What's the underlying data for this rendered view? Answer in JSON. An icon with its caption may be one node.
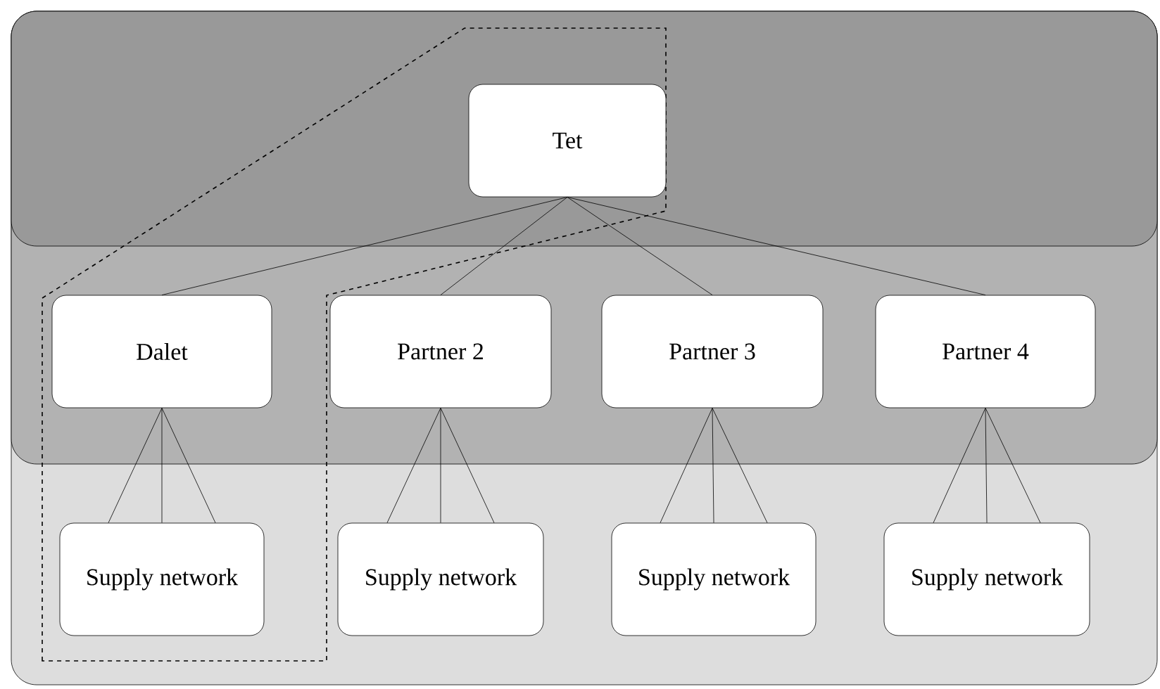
{
  "diagram": {
    "nodes": [
      {
        "text": [
          "Tet"
        ]
      },
      {
        "text": [
          "Dalet"
        ]
      },
      {
        "text": [
          "Partner 2"
        ]
      },
      {
        "text": [
          "Partner 3"
        ]
      },
      {
        "text": [
          "Partner 4"
        ]
      },
      {
        "text": [
          "Supply network"
        ]
      },
      {
        "text": [
          "Supply network"
        ]
      },
      {
        "text": [
          "Supply network"
        ]
      },
      {
        "text": [
          "Supply network"
        ]
      }
    ],
    "edges": [
      {
        "from": 0,
        "to": 1,
        "arrow": "none"
      },
      {
        "from": 0,
        "to": 2,
        "arrow": "none"
      },
      {
        "from": 0,
        "to": 3,
        "arrow": "none"
      },
      {
        "from": 0,
        "to": 4,
        "arrow": "none"
      },
      {
        "from": 1,
        "to": 5,
        "arrow": "none"
      },
      {
        "from": 1,
        "to": 5,
        "arrow": "none"
      },
      {
        "from": 1,
        "to": 5,
        "arrow": "none"
      },
      {
        "from": 2,
        "to": 6,
        "arrow": "none"
      },
      {
        "from": 2,
        "to": 6,
        "arrow": "none"
      },
      {
        "from": 2,
        "to": 6,
        "arrow": "none"
      },
      {
        "from": 3,
        "to": 7,
        "arrow": "none"
      },
      {
        "from": 3,
        "to": 7,
        "arrow": "none"
      },
      {
        "from": 3,
        "to": 7,
        "arrow": "none"
      },
      {
        "from": 4,
        "to": 8,
        "arrow": "none"
      },
      {
        "from": 4,
        "to": 8,
        "arrow": "none"
      },
      {
        "from": 4,
        "to": 8,
        "arrow": "none"
      }
    ]
  }
}
